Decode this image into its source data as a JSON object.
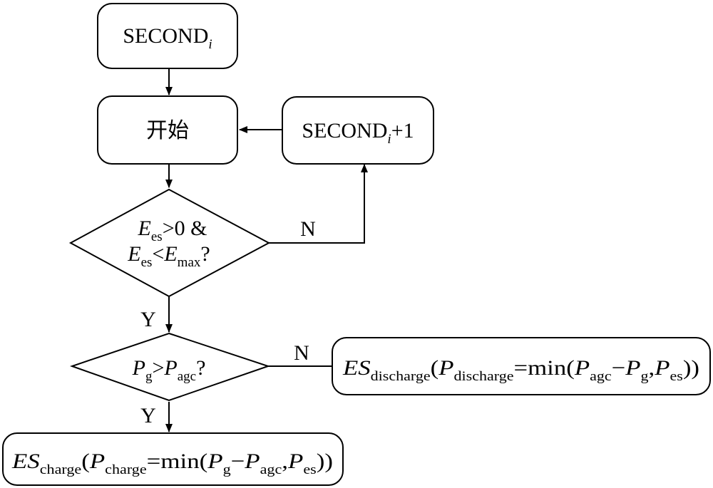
{
  "diagram": {
    "nodes": {
      "second": {
        "main": "SECOND",
        "sub": "i"
      },
      "start": {
        "label": "开始"
      },
      "next_second": {
        "main": "SECOND",
        "sub": "i",
        "suffix": "+1"
      },
      "decision_energy": {
        "line1": {
          "var": "E",
          "sub": "es",
          "rest": ">0 &"
        },
        "line2": {
          "var": "E",
          "sub": "es",
          "mid": "<",
          "var2": "E",
          "sub2": "max",
          "rest": "?"
        }
      },
      "decision_power": {
        "var": "P",
        "sub": "g",
        "mid": ">",
        "var2": "P",
        "sub2": "agc",
        "rest": "?"
      },
      "discharge": {
        "name": "ES",
        "name_sub": "discharge",
        "open": "(",
        "p": "P",
        "p_sub": "discharge",
        "eq": "=min(",
        "a": "P",
        "a_sub": "agc",
        "minus": "−",
        "b": "P",
        "b_sub": "g",
        "comma": ",",
        "c": "P",
        "c_sub": "es",
        "close": "))"
      },
      "charge": {
        "name": "ES",
        "name_sub": "charge",
        "open": "(",
        "p": "P",
        "p_sub": "charge",
        "eq": "=min(",
        "a": "P",
        "a_sub": "g",
        "minus": "−",
        "b": "P",
        "b_sub": "agc",
        "comma": ",",
        "c": "P",
        "c_sub": "es",
        "close": "))"
      }
    },
    "edge_labels": {
      "energy_no": "N",
      "energy_yes": "Y",
      "power_no": "N",
      "power_yes": "Y"
    }
  }
}
